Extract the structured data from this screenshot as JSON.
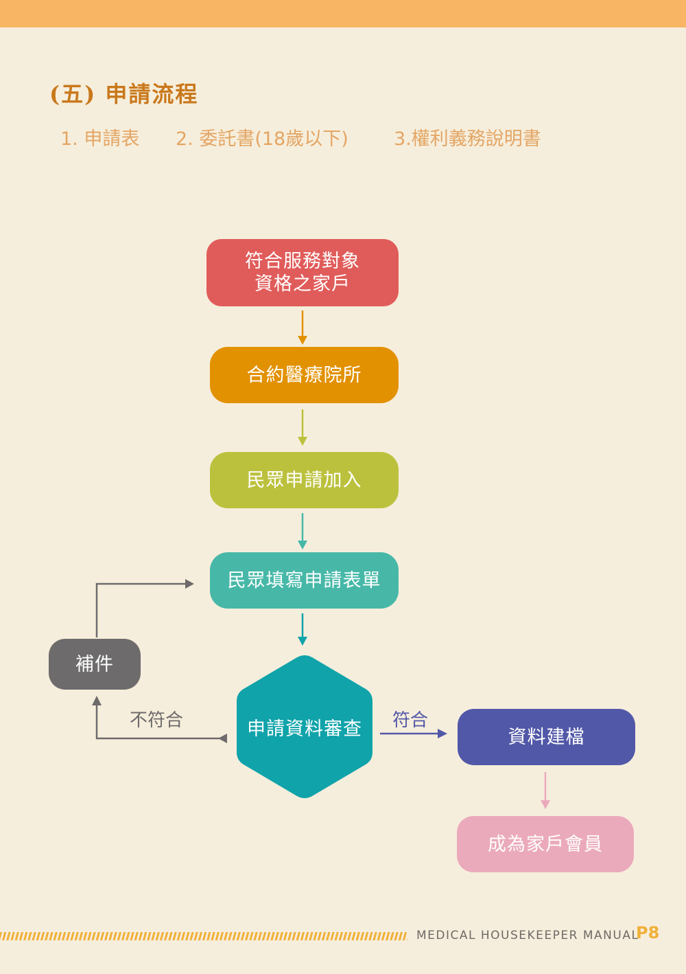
{
  "header": {
    "section_title": "(五) 申請流程",
    "documents": [
      "1. 申請表",
      "2. 委託書(18歲以下)",
      "3.權利義務說明書"
    ]
  },
  "flow": {
    "eligible_line1": "符合服務對象",
    "eligible_line2": "資格之家戶",
    "contract_clinic": "合約醫療院所",
    "public_apply": "民眾申請加入",
    "fill_form": "民眾填寫申請表單",
    "review": "申請資料審查",
    "supplement": "補件",
    "not_match": "不符合",
    "match": "符合",
    "archive": "資料建檔",
    "member": "成為家戶會員"
  },
  "colors": {
    "eligible": "#e05c5a",
    "contract": "#e29100",
    "apply": "#bcc13d",
    "form": "#47b8a8",
    "review": "#10a3aa",
    "supplement": "#6d6b6b",
    "archive": "#5258a8",
    "member": "#ebaabb",
    "accent": "#f8b664"
  },
  "footer": {
    "manual_title": "MEDICAL HOUSEKEEPER MANUAL",
    "page": "P8"
  }
}
